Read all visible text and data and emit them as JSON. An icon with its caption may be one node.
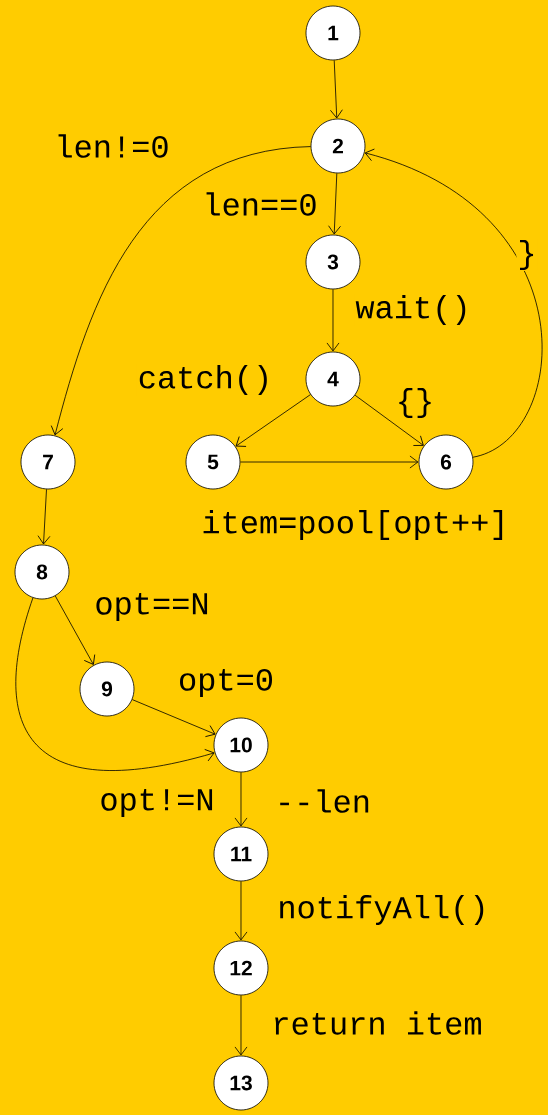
{
  "diagram": {
    "nodes": [
      {
        "text": [
          "1"
        ]
      },
      {
        "text": [
          "2"
        ]
      },
      {
        "text": [
          "3"
        ]
      },
      {
        "text": [
          "4"
        ]
      },
      {
        "text": [
          "5"
        ]
      },
      {
        "text": [
          "6"
        ]
      },
      {
        "text": [
          "7"
        ]
      },
      {
        "text": [
          "8"
        ]
      },
      {
        "text": [
          "9"
        ]
      },
      {
        "text": [
          "10"
        ]
      },
      {
        "text": [
          "11"
        ]
      },
      {
        "text": [
          "12"
        ]
      },
      {
        "text": [
          "13"
        ]
      }
    ],
    "edges": [
      {
        "from": 0,
        "to": 1,
        "arrow": "to"
      },
      {
        "from": 1,
        "to": 6,
        "arrow": "to",
        "label": "len!=0"
      },
      {
        "from": 1,
        "to": 2,
        "arrow": "to",
        "label": "len==0"
      },
      {
        "from": 2,
        "to": 3,
        "arrow": "to",
        "label": "wait()"
      },
      {
        "from": 3,
        "to": 4,
        "arrow": "to",
        "label": "catch()"
      },
      {
        "from": 3,
        "to": 5,
        "arrow": "to",
        "label": "{}"
      },
      {
        "from": 4,
        "to": 5,
        "arrow": "to",
        "label": "item=pool[opt++]"
      },
      {
        "from": 5,
        "to": 1,
        "arrow": "to",
        "label": "}"
      },
      {
        "from": 6,
        "to": 7,
        "arrow": "to"
      },
      {
        "from": 7,
        "to": 8,
        "arrow": "to",
        "label": "opt==N"
      },
      {
        "from": 8,
        "to": 9,
        "arrow": "to",
        "label": "opt=0"
      },
      {
        "from": 7,
        "to": 9,
        "arrow": "to",
        "label": "opt!=N"
      },
      {
        "from": 9,
        "to": 10,
        "arrow": "to",
        "label": "--len"
      },
      {
        "from": 10,
        "to": 11,
        "arrow": "to",
        "label": "notifyAll()"
      },
      {
        "from": 11,
        "to": 12,
        "arrow": "to",
        "label": "return item"
      }
    ]
  }
}
